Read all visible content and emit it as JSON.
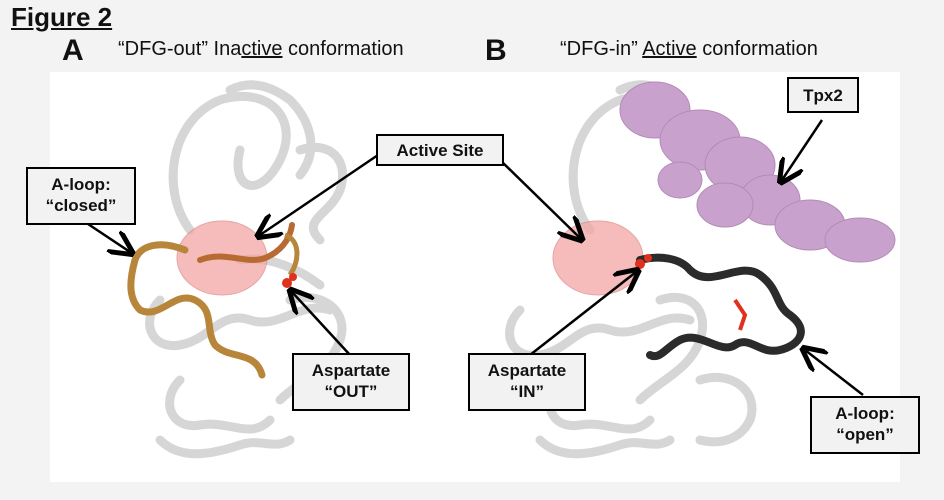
{
  "figure": {
    "title": "Figure 2"
  },
  "panels": [
    {
      "letter": "A",
      "caption_prefix": "“DFG-out” Ina",
      "caption_underlined": "ctive",
      "caption_suffix": " conformation",
      "loop_color": "#b8863b",
      "labels": {
        "a_loop_line1": "A-loop:",
        "a_loop_line2": "“closed”",
        "aspartate_line1": "Aspartate",
        "aspartate_line2": "“OUT”"
      }
    },
    {
      "letter": "B",
      "caption_prefix": "“DFG-in” ",
      "caption_underlined": "Active",
      "caption_suffix": " conformation",
      "loop_color": "#2b2b2b",
      "surface_color": "#c8a2cc",
      "labels": {
        "aspartate_line1": "Aspartate",
        "aspartate_line2": "“IN”",
        "a_loop_line1": "A-loop:",
        "a_loop_line2": "“open”",
        "tpx2": "Tpx2"
      }
    }
  ],
  "shared_labels": {
    "active_site": "Active Site"
  },
  "colors": {
    "background": "#f3f3f3",
    "panel_bg": "#ffffff",
    "active_site_highlight": "#f4a5a5",
    "aspartate_red": "#e0301e",
    "protein_gray": "#d6d6d6"
  }
}
